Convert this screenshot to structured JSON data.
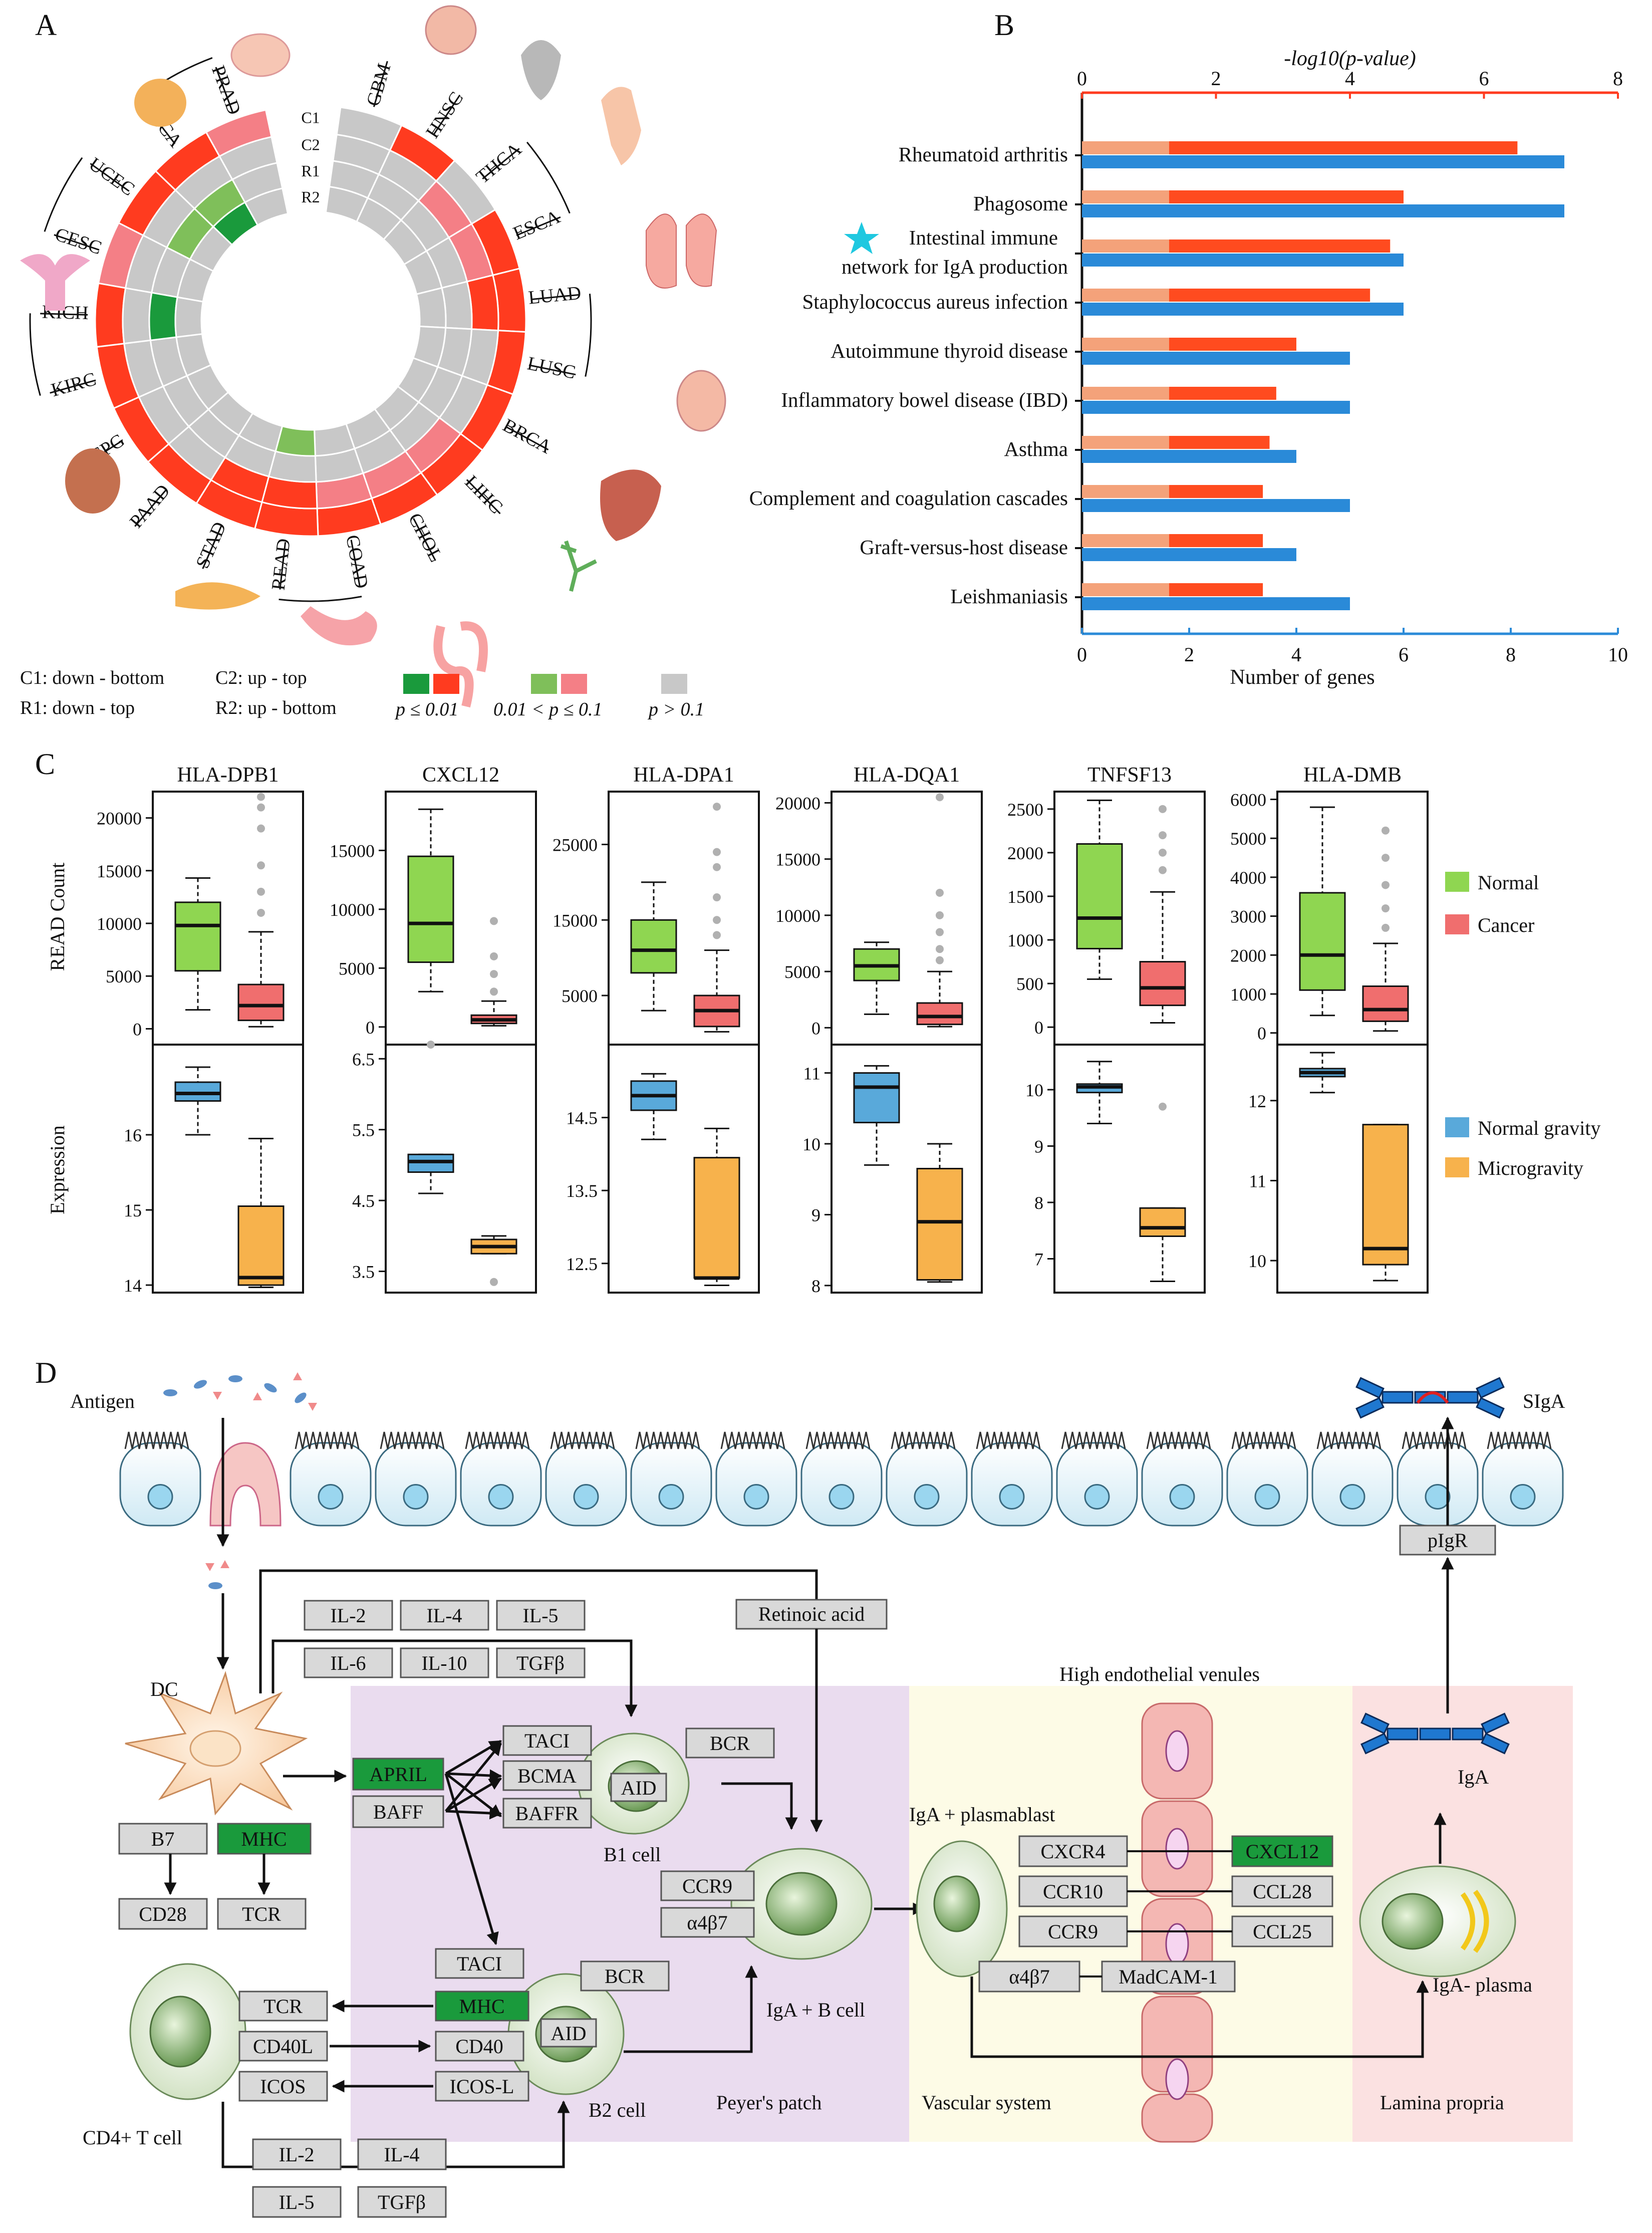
{
  "panel_letters": {
    "a": "A",
    "b": "B",
    "c": "C",
    "d": "D"
  },
  "colors": {
    "sig_red": "#ff3b1f",
    "mid_red": "#f47f86",
    "sig_green": "#1a9a3c",
    "mid_green": "#7fbf5a",
    "gray": "#c8c8c8",
    "bar_orange": "#ff4b1f",
    "bar_light": "#f4a27a",
    "bar_blue": "#2a8ad8",
    "normal_green": "#8fd651",
    "cancer_red": "#f06e6e",
    "gravity_blue": "#59a9da",
    "micro_orange": "#f7b24c",
    "peyer": "#eadcef",
    "vascular": "#fdfbe6",
    "lamina": "#fbe1e1",
    "highlight": "#1a9a3c"
  },
  "panelA": {
    "ring_labels": [
      "C1",
      "C2",
      "R1",
      "R2"
    ],
    "cancers": [
      "GBM",
      "HNSC",
      "THCA",
      "ESCA",
      "LUAD",
      "LUSC",
      "BRCA",
      "LIHC",
      "CHOL",
      "COAD",
      "READ",
      "STAD",
      "PAAD",
      "PCPG",
      "KIRC",
      "KICH",
      "CESC",
      "UCEC",
      "BLCA",
      "PRAD"
    ],
    "status": [
      [
        "n",
        "n",
        "n",
        "n"
      ],
      [
        "r",
        "n",
        "n",
        "n"
      ],
      [
        "n",
        "p",
        "n",
        "n"
      ],
      [
        "r",
        "p",
        "n",
        "n"
      ],
      [
        "r",
        "r",
        "n",
        "n"
      ],
      [
        "r",
        "n",
        "n",
        "n"
      ],
      [
        "r",
        "n",
        "n",
        "n"
      ],
      [
        "r",
        "p",
        "n",
        "n"
      ],
      [
        "r",
        "p",
        "n",
        "n"
      ],
      [
        "r",
        "p",
        "n",
        "n"
      ],
      [
        "r",
        "r",
        "n",
        "g"
      ],
      [
        "r",
        "r",
        "n",
        "n"
      ],
      [
        "r",
        "n",
        "n",
        "n"
      ],
      [
        "r",
        "n",
        "n",
        "n"
      ],
      [
        "r",
        "n",
        "n",
        "n"
      ],
      [
        "r",
        "n",
        "G",
        "n"
      ],
      [
        "p",
        "n",
        "n",
        "n"
      ],
      [
        "r",
        "n",
        "g",
        "n"
      ],
      [
        "r",
        "n",
        "g",
        "G"
      ],
      [
        "p",
        "n",
        "n",
        "n"
      ]
    ],
    "legend": {
      "c1": "C1: down - bottom",
      "c2": "C2: up - top",
      "r1": "R1: down - top",
      "r2": "R2: up - bottom",
      "p_sig": "p ≤ 0.01",
      "p_mid": "0.01 < p ≤ 0.1",
      "p_none": "p > 0.1"
    }
  },
  "chart_data": [
    {
      "type": "bar",
      "panel": "B",
      "categories": [
        "Rheumatoid arthritis",
        "Phagosome",
        "Intestinal immune network for IgA production",
        "Staphylococcus aureus infection",
        "Autoimmune thyroid disease",
        "Inflammatory bowel disease (IBD)",
        "Asthma",
        "Complement and coagulation cascades",
        "Graft-versus-host disease",
        "Leishmaniasis"
      ],
      "category_lines": [
        [
          "Rheumatoid arthritis"
        ],
        [
          "Phagosome"
        ],
        [
          "Intestinal immune",
          "network for IgA production"
        ],
        [
          "Staphylococcus aureus infection"
        ],
        [
          "Autoimmune thyroid disease"
        ],
        [
          "Inflammatory bowel disease (IBD)"
        ],
        [
          "Asthma"
        ],
        [
          "Complement and coagulation cascades"
        ],
        [
          "Graft-versus-host disease"
        ],
        [
          "Leishmaniasis"
        ]
      ],
      "series": [
        {
          "values": [
            6.5,
            4.8,
            4.6,
            4.3,
            3.2,
            2.9,
            2.8,
            2.7,
            2.7,
            2.7
          ],
          "axis": "top"
        },
        {
          "values": [
            9,
            9,
            6,
            6,
            5,
            5,
            4,
            5,
            4,
            5
          ],
          "axis": "bottom"
        }
      ],
      "threshold": 1.3,
      "top_axis": {
        "label": "-log10(p-value)",
        "ticks": [
          0,
          2,
          4,
          6,
          8
        ],
        "lim": [
          0,
          8
        ]
      },
      "bottom_axis": {
        "label": "Number of genes",
        "ticks": [
          0,
          2,
          4,
          6,
          8,
          10
        ],
        "lim": [
          0,
          10
        ]
      }
    },
    {
      "type": "box",
      "panel": "C",
      "genes": [
        "HLA-DPB1",
        "CXCL12",
        "HLA-DPA1",
        "HLA-DQA1",
        "TNFSF13",
        "HLA-DMB"
      ],
      "top_ylabel": "READ Count",
      "bottom_ylabel": "Expression",
      "top_ticks": [
        [
          0,
          5000,
          10000,
          15000,
          20000
        ],
        [
          0,
          5000,
          10000,
          15000
        ],
        [
          5000,
          15000,
          25000
        ],
        [
          0,
          5000,
          10000,
          15000,
          20000
        ],
        [
          0,
          500,
          1000,
          1500,
          2000,
          2500
        ],
        [
          0,
          1000,
          2000,
          3000,
          4000,
          5000,
          6000
        ]
      ],
      "bottom_ticks": [
        [
          14,
          15,
          16
        ],
        [
          3.5,
          4.5,
          5.5,
          6.5
        ],
        [
          12.5,
          13.5,
          14.5
        ],
        [
          8,
          9,
          10,
          11
        ],
        [
          7,
          8,
          9,
          10
        ],
        [
          10,
          11,
          12
        ]
      ],
      "top_lim": [
        [
          -1500,
          22500
        ],
        [
          -1500,
          20000
        ],
        [
          -1500,
          32000
        ],
        [
          -1500,
          21000
        ],
        [
          -200,
          2700
        ],
        [
          -300,
          6200
        ]
      ],
      "bottom_lim": [
        [
          13.9,
          17.2
        ],
        [
          3.2,
          6.7
        ],
        [
          12.1,
          15.5
        ],
        [
          7.9,
          11.4
        ],
        [
          6.4,
          10.8
        ],
        [
          9.6,
          12.7
        ]
      ],
      "normal": [
        {
          "min": 1800,
          "q1": 5500,
          "med": 9800,
          "q3": 12000,
          "max": 14300
        },
        {
          "min": 3000,
          "q1": 5500,
          "med": 8800,
          "q3": 14500,
          "max": 18500
        },
        {
          "min": 3000,
          "q1": 8000,
          "med": 11000,
          "q3": 15000,
          "max": 20000
        },
        {
          "min": 1200,
          "q1": 4200,
          "med": 5500,
          "q3": 7000,
          "max": 7600
        },
        {
          "min": 550,
          "q1": 900,
          "med": 1250,
          "q3": 2100,
          "max": 2600
        },
        {
          "min": 450,
          "q1": 1100,
          "med": 2000,
          "q3": 3600,
          "max": 5800
        }
      ],
      "cancer": [
        {
          "min": 200,
          "q1": 800,
          "med": 2200,
          "q3": 4200,
          "max": 9200,
          "out": [
            11000,
            13000,
            15500,
            19000,
            21000,
            22000
          ]
        },
        {
          "min": 100,
          "q1": 300,
          "med": 600,
          "q3": 1000,
          "max": 2200,
          "out": [
            3000,
            4500,
            6000,
            9000
          ]
        },
        {
          "min": 200,
          "q1": 900,
          "med": 3000,
          "q3": 5000,
          "max": 11000,
          "out": [
            13000,
            15000,
            18000,
            22000,
            24000,
            30000
          ]
        },
        {
          "min": 100,
          "q1": 300,
          "med": 1000,
          "q3": 2200,
          "max": 5000,
          "out": [
            6000,
            7000,
            8500,
            10000,
            12000,
            20500
          ]
        },
        {
          "min": 50,
          "q1": 250,
          "med": 450,
          "q3": 750,
          "max": 1550,
          "out": [
            1800,
            2000,
            2200,
            2500
          ]
        },
        {
          "min": 50,
          "q1": 300,
          "med": 600,
          "q3": 1200,
          "max": 2300,
          "out": [
            2700,
            3200,
            3800,
            4500,
            5200
          ]
        }
      ],
      "gravity": [
        {
          "min": 16.0,
          "q1": 16.45,
          "med": 16.55,
          "q3": 16.7,
          "max": 16.9
        },
        {
          "min": 4.6,
          "q1": 4.9,
          "med": 5.05,
          "q3": 5.15,
          "max": 5.15,
          "out": [
            6.7
          ]
        },
        {
          "min": 14.2,
          "q1": 14.6,
          "med": 14.8,
          "q3": 15.0,
          "max": 15.1
        },
        {
          "min": 9.7,
          "q1": 10.3,
          "med": 10.8,
          "q3": 11.0,
          "max": 11.1
        },
        {
          "min": 9.4,
          "q1": 9.95,
          "med": 10.05,
          "q3": 10.1,
          "max": 10.5
        },
        {
          "min": 12.1,
          "q1": 12.3,
          "med": 12.35,
          "q3": 12.4,
          "max": 12.6
        }
      ],
      "micro": [
        {
          "min": 13.97,
          "q1": 14.0,
          "med": 14.1,
          "q3": 15.05,
          "max": 15.95
        },
        {
          "min": 3.75,
          "q1": 3.75,
          "med": 3.85,
          "q3": 3.95,
          "max": 4.0,
          "out": [
            3.35
          ]
        },
        {
          "min": 12.2,
          "q1": 12.3,
          "med": 12.3,
          "q3": 13.95,
          "max": 14.35
        },
        {
          "min": 8.05,
          "q1": 8.08,
          "med": 8.9,
          "q3": 9.65,
          "max": 10.0
        },
        {
          "min": 6.6,
          "q1": 7.4,
          "med": 7.55,
          "q3": 7.9,
          "max": 7.9,
          "out": [
            9.7
          ]
        },
        {
          "min": 9.75,
          "q1": 9.95,
          "med": 10.15,
          "q3": 11.7,
          "max": 11.7
        }
      ]
    }
  ],
  "panelC_legend": {
    "normal": "Normal",
    "cancer": "Cancer",
    "gravity": "Normal gravity",
    "micro": "Microgravity"
  },
  "panelD": {
    "antigen": "Antigen",
    "siga": "SIgA",
    "pigr": "pIgR",
    "retinoic": "Retinoic acid",
    "il2": "IL-2",
    "il4": "IL-4",
    "il5": "IL-5",
    "il6": "IL-6",
    "il10": "IL-10",
    "tgfb": "TGFβ",
    "dc": "DC",
    "hev": "High endothelial venules",
    "taci": "TACI",
    "bcr": "BCR",
    "bcma": "BCMA",
    "aid": "AID",
    "baffr": "BAFFR",
    "april": "APRIL",
    "baff": "BAFF",
    "b1": "B1 cell",
    "b2": "B2 cell",
    "b7": "B7",
    "mhc": "MHC",
    "ccr9": "CCR9",
    "a4b7": "α4β7",
    "igab": "IgA + B cell",
    "plasmablast": "IgA + plasmablast",
    "cxcr4": "CXCR4",
    "ccr10": "CCR10",
    "cxcl12": "CXCL12",
    "ccl28": "CCL28",
    "ccl25": "CCL25",
    "madcam": "MadCAM-1",
    "iga": "IgA",
    "igaplasma": "IgA- plasma",
    "cd28": "CD28",
    "tcr": "TCR",
    "cd40l": "CD40L",
    "cd40": "CD40",
    "icos": "ICOS",
    "icosl": "ICOS-L",
    "cd4": "CD4+ T cell",
    "peyer": "Peyer's patch",
    "vascular": "Vascular system",
    "lamina": "Lamina propria"
  }
}
